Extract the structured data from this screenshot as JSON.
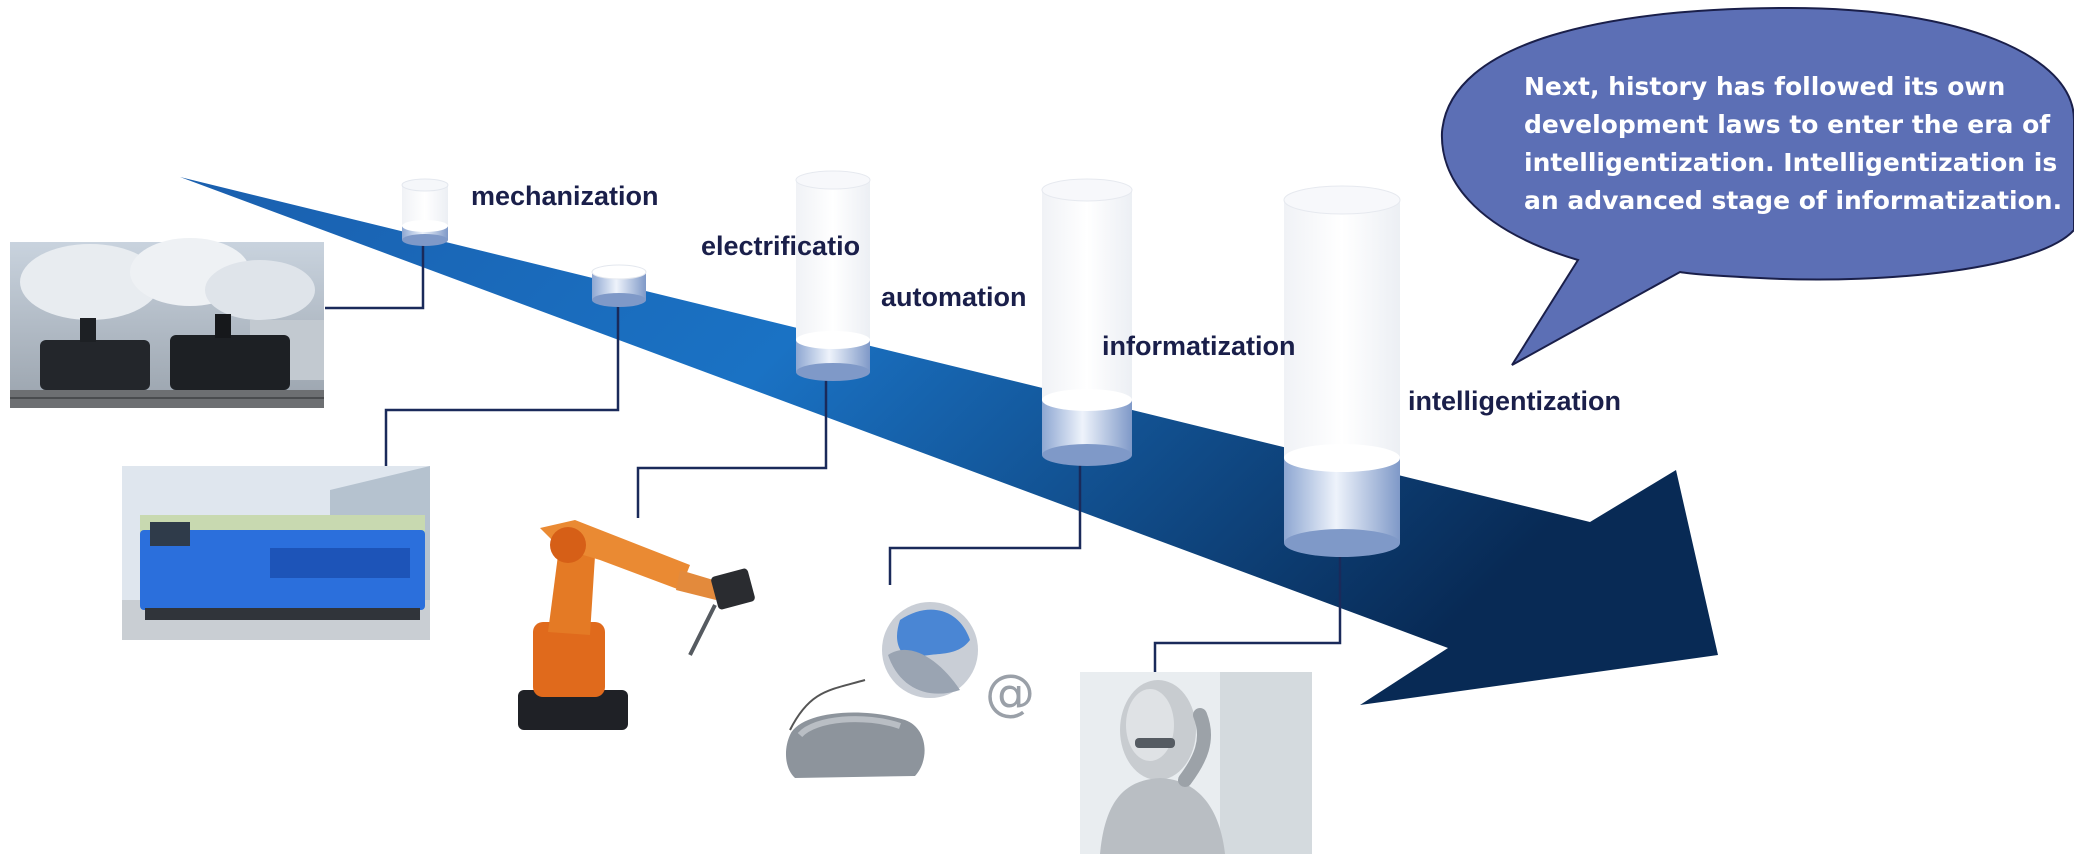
{
  "stages": [
    {
      "label": "mechanization",
      "image": "steam-locomotive"
    },
    {
      "label": "electrificatio",
      "image": "electric-locomotive"
    },
    {
      "label": "automation",
      "image": "industrial-robot-arm"
    },
    {
      "label": "informatization",
      "image": "globe-and-mouse"
    },
    {
      "label": "intelligentization",
      "image": "humanoid-robot"
    }
  ],
  "callout": {
    "text": "Next, history has followed its own development laws to enter the era of intelligentization. Intelligentization is an advanced stage of informatization."
  },
  "colors": {
    "arrow_dark": "#0a2a5a",
    "arrow_mid": "#1a6fc0",
    "callout_fill": "#5c6fb5",
    "label": "#1a1f4a",
    "connector": "#1a2a5a"
  }
}
